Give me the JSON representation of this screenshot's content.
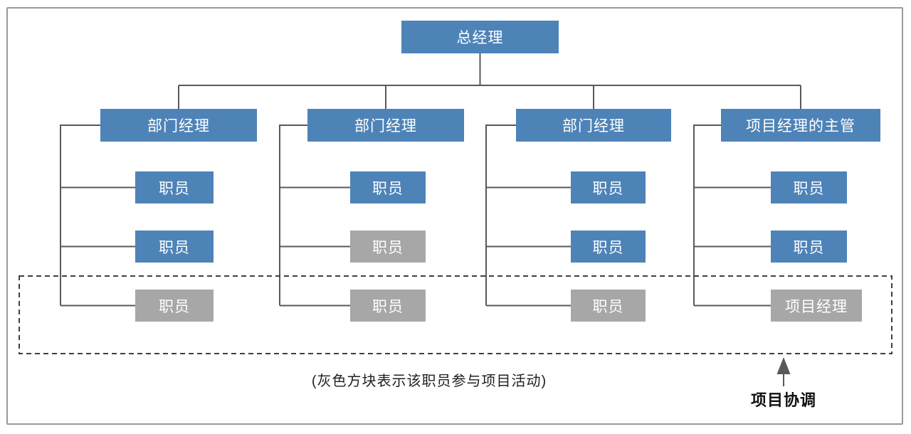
{
  "diagram": {
    "root": "总经理",
    "branches": [
      {
        "manager": "部门经理",
        "children": [
          {
            "label": "职员",
            "project": false
          },
          {
            "label": "职员",
            "project": false
          },
          {
            "label": "职员",
            "project": true
          }
        ]
      },
      {
        "manager": "部门经理",
        "children": [
          {
            "label": "职员",
            "project": false
          },
          {
            "label": "职员",
            "project": true
          },
          {
            "label": "职员",
            "project": true
          }
        ]
      },
      {
        "manager": "部门经理",
        "children": [
          {
            "label": "职员",
            "project": false
          },
          {
            "label": "职员",
            "project": false
          },
          {
            "label": "职员",
            "project": true
          }
        ]
      },
      {
        "manager": "项目经理的主管",
        "children": [
          {
            "label": "职员",
            "project": false
          },
          {
            "label": "职员",
            "project": false
          },
          {
            "label": "项目经理",
            "project": true
          }
        ]
      }
    ],
    "legend_note": "(灰色方块表示该职员参与项目活动)",
    "arrow_label": "项目协调",
    "colors": {
      "node_blue": "#4E83B7",
      "node_gray": "#A7A7A7",
      "line": "#595959",
      "dashed_border": "#3F3F3F",
      "text_on_node": "#FFFFFF"
    }
  }
}
